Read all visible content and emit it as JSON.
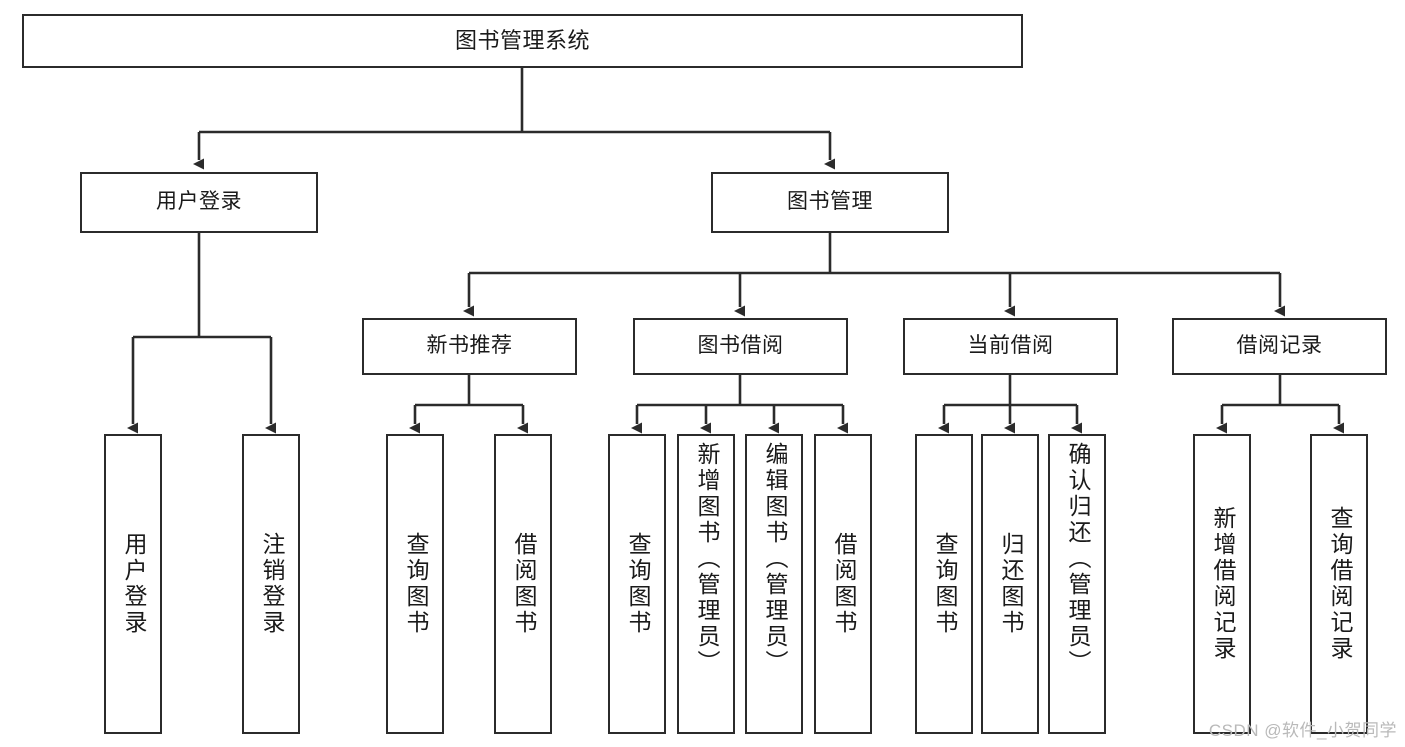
{
  "diagram": {
    "title": "图书管理系统",
    "watermark": "CSDN @软件_小贺同学",
    "line_color": "#2b2b2b",
    "box_fill": "#ffffff",
    "text_color": "#1a1a1a",
    "watermark_color": "#b9b9b9",
    "root": {
      "id": "root",
      "label": "图书管理系统"
    },
    "level2": [
      {
        "id": "user-login",
        "label": "用户登录"
      },
      {
        "id": "book-manage",
        "label": "图书管理"
      }
    ],
    "level3": [
      {
        "id": "new-book-recommend",
        "label": "新书推荐"
      },
      {
        "id": "book-borrow",
        "label": "图书借阅"
      },
      {
        "id": "current-borrow",
        "label": "当前借阅"
      },
      {
        "id": "borrow-record",
        "label": "借阅记录"
      }
    ],
    "leaves": [
      {
        "id": "leaf-user-login",
        "label": "用户登录",
        "parent": "user-login"
      },
      {
        "id": "leaf-logout",
        "label": "注销登录",
        "parent": "user-login"
      },
      {
        "id": "leaf-query-book-1",
        "label": "查询图书",
        "parent": "new-book-recommend"
      },
      {
        "id": "leaf-borrow-book-1",
        "label": "借阅图书",
        "parent": "new-book-recommend"
      },
      {
        "id": "leaf-query-book-2",
        "label": "查询图书",
        "parent": "book-borrow"
      },
      {
        "id": "leaf-add-book",
        "label": "新增图书（管理员）",
        "parent": "book-borrow"
      },
      {
        "id": "leaf-edit-book",
        "label": "编辑图书（管理员）",
        "parent": "book-borrow"
      },
      {
        "id": "leaf-borrow-book-2",
        "label": "借阅图书",
        "parent": "book-borrow"
      },
      {
        "id": "leaf-query-book-3",
        "label": "查询图书",
        "parent": "current-borrow"
      },
      {
        "id": "leaf-return-book",
        "label": "归还图书",
        "parent": "current-borrow"
      },
      {
        "id": "leaf-confirm-return",
        "label": "确认归还（管理员）",
        "parent": "current-borrow"
      },
      {
        "id": "leaf-add-record",
        "label": "新增借阅记录",
        "parent": "borrow-record"
      },
      {
        "id": "leaf-query-record",
        "label": "查询借阅记录",
        "parent": "borrow-record"
      }
    ]
  }
}
